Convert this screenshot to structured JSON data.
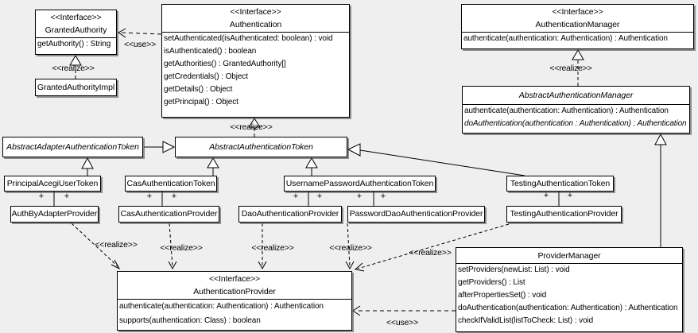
{
  "labels": {
    "use": "<<use>>",
    "realize": "<<realize>>",
    "plus": "+"
  },
  "colors": {
    "background": "#efefef",
    "box_bg": "#ffffff",
    "line": "#000000",
    "shadow": "#3c3c3c"
  },
  "classes": {
    "granted_authority": {
      "stereotype": "<<Interface>>",
      "name": "GrantedAuthority",
      "methods": [
        "getAuthority() : String"
      ]
    },
    "granted_authority_impl": {
      "name": "GrantedAuthorityImpl"
    },
    "authentication": {
      "stereotype": "<<Interface>>",
      "name": "Authentication",
      "methods": [
        "setAuthenticated(isAuthenticated: boolean) : void",
        "isAuthenticated() : boolean",
        "getAuthorities() : GrantedAuthority[]",
        "getCredentials() : Object",
        "getDetails() : Object",
        "getPrincipal() : Object"
      ]
    },
    "authentication_manager": {
      "stereotype": "<<Interface>>",
      "name": "AuthenticationManager",
      "methods": [
        "authenticate(authentication: Authentication) : Authentication"
      ]
    },
    "abstract_authentication_manager": {
      "name": "AbstractAuthenticationManager",
      "methods": [
        "authenticate(authentication: Authentication) : Authentication",
        "doAuthentication(authentication : Authentication) : Authentication"
      ]
    },
    "abstract_adapter_authentication_token": {
      "name": "AbstractAdapterAuthenticationToken"
    },
    "abstract_authentication_token": {
      "name": "AbstractAuthenticationToken"
    },
    "principal_acegi_user_token": {
      "name": "PrincipalAcegiUserToken"
    },
    "cas_authentication_token": {
      "name": "CasAuthenticationToken"
    },
    "username_password_authentication_token": {
      "name": "UsernamePasswordAuthenticationToken"
    },
    "testing_authentication_token": {
      "name": "TestingAuthenticationToken"
    },
    "auth_by_adapter_provider": {
      "name": "AuthByAdapterProvider"
    },
    "cas_authentication_provider": {
      "name": "CasAuthenticationProvider"
    },
    "dao_authentication_provider": {
      "name": "DaoAuthenticationProvider"
    },
    "password_dao_authentication_provider": {
      "name": "PasswordDaoAuthenticationProvider"
    },
    "testing_authentication_provider": {
      "name": "TestingAuthenticationProvider"
    },
    "authentication_provider": {
      "stereotype": "<<Interface>>",
      "name": "AuthenticationProvider",
      "methods": [
        "authenticate(authentication: Authentication) : Authentication",
        "supports(authentication: Class) : boolean"
      ]
    },
    "provider_manager": {
      "name": "ProviderManager",
      "methods": [
        "setProviders(newList: List) : void",
        "getProviders() : List",
        "afterPropertiesSet() : void",
        "doAuthentication(authentication: Authentication) : Authentication",
        "checkIfValidList(listToCheck: List) : void"
      ]
    }
  }
}
